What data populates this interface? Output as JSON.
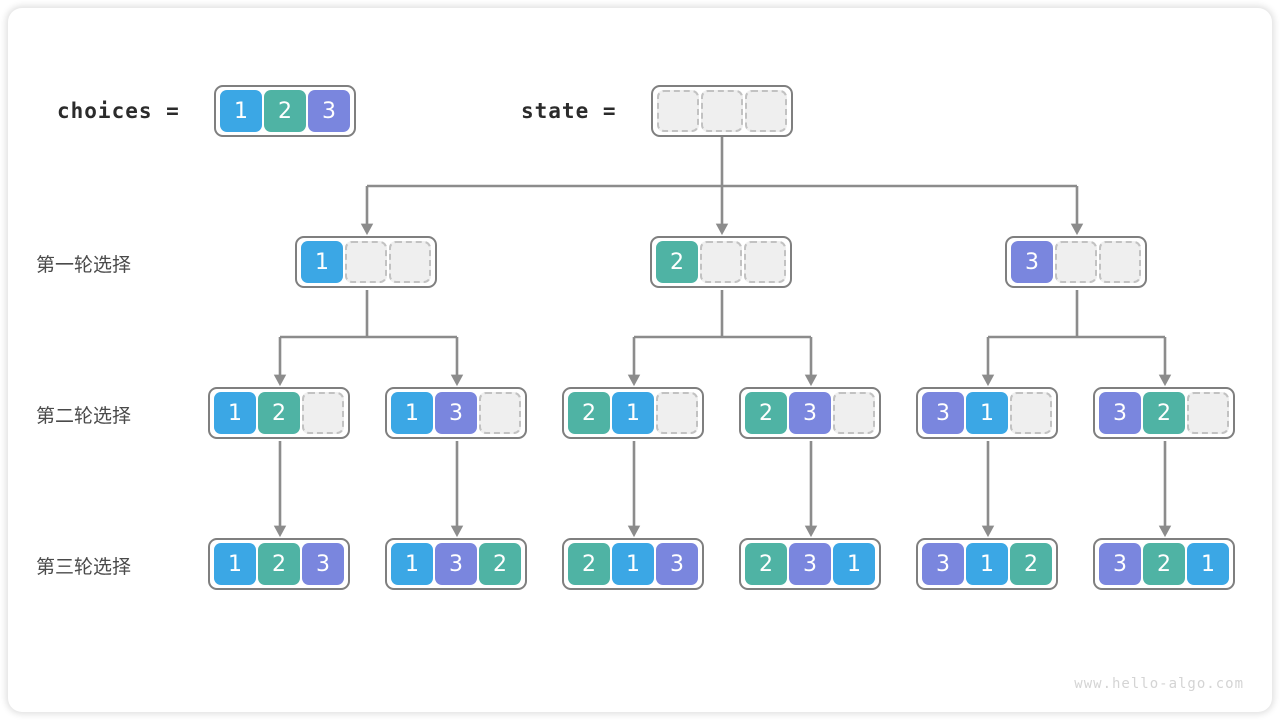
{
  "diagram": {
    "title": "permutation-backtracking-tree",
    "watermark": "www.hello-algo.com",
    "colors": {
      "value_1": "#3ba7e5",
      "value_2": "#4fb3a4",
      "value_3": "#7a86de",
      "empty_cell": "#efefef",
      "empty_border": "#c2c2c2",
      "box_border": "#7f7f7f",
      "wire": "#8c8c8c",
      "background": "#ffffff"
    }
  },
  "header": {
    "choices_label": "choices  =",
    "choices_values": [
      "1",
      "2",
      "3"
    ],
    "state_label": "state  =",
    "state_values": [
      "",
      "",
      ""
    ]
  },
  "rows": [
    {
      "label": "第一轮选择",
      "nodes": [
        {
          "values": [
            "1",
            "",
            ""
          ]
        },
        {
          "values": [
            "2",
            "",
            ""
          ]
        },
        {
          "values": [
            "3",
            "",
            ""
          ]
        }
      ]
    },
    {
      "label": "第二轮选择",
      "nodes": [
        {
          "values": [
            "1",
            "2",
            ""
          ]
        },
        {
          "values": [
            "1",
            "3",
            ""
          ]
        },
        {
          "values": [
            "2",
            "1",
            ""
          ]
        },
        {
          "values": [
            "2",
            "3",
            ""
          ]
        },
        {
          "values": [
            "3",
            "1",
            ""
          ]
        },
        {
          "values": [
            "3",
            "2",
            ""
          ]
        }
      ]
    },
    {
      "label": "第三轮选择",
      "nodes": [
        {
          "values": [
            "1",
            "2",
            "3"
          ]
        },
        {
          "values": [
            "1",
            "3",
            "2"
          ]
        },
        {
          "values": [
            "2",
            "1",
            "3"
          ]
        },
        {
          "values": [
            "2",
            "3",
            "1"
          ]
        },
        {
          "values": [
            "3",
            "1",
            "2"
          ]
        },
        {
          "values": [
            "3",
            "2",
            "1"
          ]
        }
      ]
    }
  ]
}
